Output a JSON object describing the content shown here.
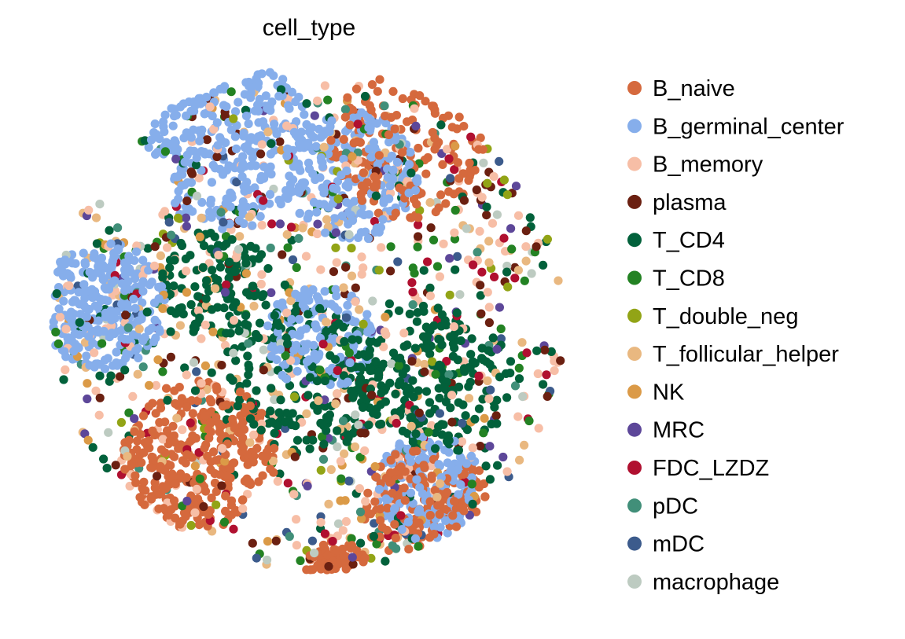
{
  "chart_data": {
    "type": "scatter",
    "title": "cell_type",
    "xlabel": "",
    "ylabel": "",
    "grid": false,
    "axes_visible": false,
    "legend_position": "right",
    "x_range": [
      0,
      1
    ],
    "y_range": [
      0,
      1
    ],
    "categories": [
      {
        "name": "B_naive",
        "color": "#d5693d",
        "regions": [
          {
            "x": 0.3,
            "y": 0.28,
            "r": 0.14,
            "n": 320
          },
          {
            "x": 0.72,
            "y": 0.18,
            "r": 0.12,
            "n": 180
          },
          {
            "x": 0.68,
            "y": 0.86,
            "r": 0.14,
            "n": 160
          },
          {
            "x": 0.55,
            "y": 0.06,
            "r": 0.06,
            "n": 60
          }
        ]
      },
      {
        "name": "B_germinal_center",
        "color": "#86aeeb",
        "regions": [
          {
            "x": 0.35,
            "y": 0.86,
            "r": 0.16,
            "n": 300
          },
          {
            "x": 0.12,
            "y": 0.56,
            "r": 0.12,
            "n": 260
          },
          {
            "x": 0.58,
            "y": 0.8,
            "r": 0.12,
            "n": 200
          },
          {
            "x": 0.72,
            "y": 0.22,
            "r": 0.1,
            "n": 150
          },
          {
            "x": 0.52,
            "y": 0.5,
            "r": 0.1,
            "n": 140
          }
        ]
      },
      {
        "name": "B_memory",
        "color": "#f7bea6",
        "regions": [
          {
            "x": 0.5,
            "y": 0.5,
            "r": 0.48,
            "n": 230
          }
        ]
      },
      {
        "name": "plasma",
        "color": "#6b2011",
        "regions": [
          {
            "x": 0.5,
            "y": 0.5,
            "r": 0.48,
            "n": 110
          }
        ]
      },
      {
        "name": "T_CD4",
        "color": "#02613b",
        "regions": [
          {
            "x": 0.5,
            "y": 0.42,
            "r": 0.14,
            "n": 180
          },
          {
            "x": 0.73,
            "y": 0.42,
            "r": 0.14,
            "n": 170
          },
          {
            "x": 0.33,
            "y": 0.6,
            "r": 0.1,
            "n": 110
          },
          {
            "x": 0.5,
            "y": 0.5,
            "r": 0.48,
            "n": 140
          }
        ]
      },
      {
        "name": "T_CD8",
        "color": "#238223",
        "regions": [
          {
            "x": 0.5,
            "y": 0.5,
            "r": 0.48,
            "n": 90
          }
        ]
      },
      {
        "name": "T_double_neg",
        "color": "#92a416",
        "regions": [
          {
            "x": 0.5,
            "y": 0.5,
            "r": 0.48,
            "n": 40
          }
        ]
      },
      {
        "name": "T_follicular_helper",
        "color": "#e9b880",
        "regions": [
          {
            "x": 0.5,
            "y": 0.5,
            "r": 0.48,
            "n": 120
          }
        ]
      },
      {
        "name": "NK",
        "color": "#db9a47",
        "regions": [
          {
            "x": 0.5,
            "y": 0.5,
            "r": 0.48,
            "n": 60
          }
        ]
      },
      {
        "name": "MRC",
        "color": "#5d4799",
        "regions": [
          {
            "x": 0.5,
            "y": 0.5,
            "r": 0.48,
            "n": 50
          }
        ]
      },
      {
        "name": "FDC_LZDZ",
        "color": "#b01030",
        "regions": [
          {
            "x": 0.5,
            "y": 0.5,
            "r": 0.48,
            "n": 70
          }
        ]
      },
      {
        "name": "pDC",
        "color": "#418f79",
        "regions": [
          {
            "x": 0.5,
            "y": 0.5,
            "r": 0.48,
            "n": 50
          }
        ]
      },
      {
        "name": "mDC",
        "color": "#3c5b8c",
        "regions": [
          {
            "x": 0.5,
            "y": 0.5,
            "r": 0.48,
            "n": 45
          }
        ]
      },
      {
        "name": "macrophage",
        "color": "#bdcbc1",
        "regions": [
          {
            "x": 0.5,
            "y": 0.5,
            "r": 0.48,
            "n": 45
          }
        ]
      }
    ]
  }
}
